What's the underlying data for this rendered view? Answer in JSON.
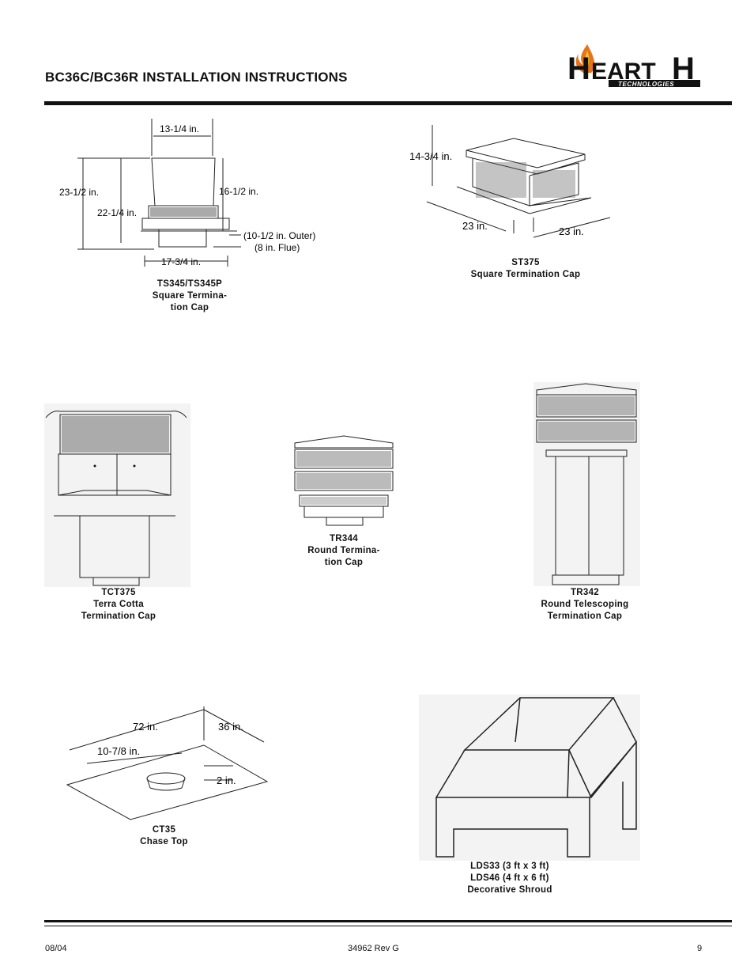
{
  "header": {
    "title": "BC36C/BC36R INSTALLATION INSTRUCTIONS",
    "logo": {
      "main": "HEARTH",
      "sub": "TECHNOLOGIES"
    }
  },
  "figures": {
    "ts345": {
      "dims": [
        "13-1/4 in.",
        "23-1/2 in.",
        "22-1/4 in.",
        "16-1/2 in.",
        "(10-1/2 in. Outer)",
        "(8 in. Flue)",
        "17-3/4 in."
      ],
      "caption": [
        "TS345/TS345P",
        "Square Termina-",
        "tion Cap"
      ]
    },
    "st375": {
      "dims": [
        "14-3/4 in.",
        "23 in.",
        "23 in."
      ],
      "caption": [
        "ST375",
        "Square Termination Cap"
      ]
    },
    "tct375": {
      "caption": [
        "TCT375",
        "Terra Cotta",
        "Termination Cap"
      ]
    },
    "tr344": {
      "caption": [
        "TR344",
        "Round Termina-",
        "tion Cap"
      ]
    },
    "tr342": {
      "caption": [
        "TR342",
        "Round Telescoping",
        "Termination Cap"
      ]
    },
    "ct35": {
      "dims": [
        "72 in.",
        "36 in.",
        "10-7/8 in.",
        "2 in."
      ],
      "caption": [
        "CT35",
        "Chase Top"
      ]
    },
    "lds": {
      "caption": [
        "LDS33 (3 ft x 3 ft)",
        "LDS46 (4 ft x 6 ft)",
        "Decorative Shroud"
      ]
    }
  },
  "footer": {
    "date": "08/04",
    "doc": "34962 Rev G",
    "page": "9"
  }
}
